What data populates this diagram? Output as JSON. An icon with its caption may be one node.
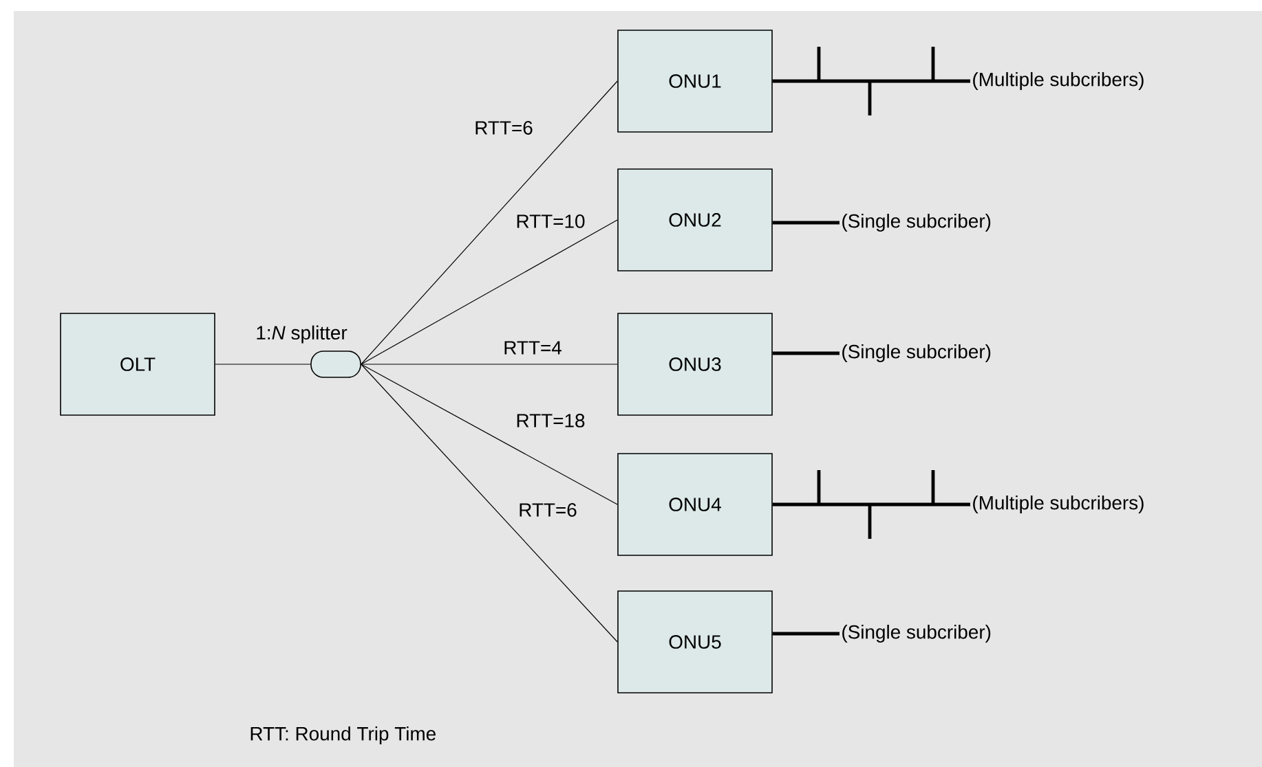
{
  "diagram": {
    "nodes": [
      {
        "text": [
          "OLT"
        ]
      },
      {
        "text": [
          "1:*N* splitter"
        ]
      },
      {
        "text": [
          "ONU1"
        ]
      },
      {
        "text": [
          "ONU2"
        ]
      },
      {
        "text": [
          "ONU3"
        ]
      },
      {
        "text": [
          "ONU4"
        ]
      },
      {
        "text": [
          "ONU5"
        ]
      },
      {
        "text": [
          "(Multiple subcribers)"
        ]
      },
      {
        "text": [
          "(Single subcriber)"
        ]
      },
      {
        "text": [
          "(Single subcriber)"
        ]
      },
      {
        "text": [
          "(Multiple subcribers)"
        ]
      },
      {
        "text": [
          "(Single subcriber)"
        ]
      }
    ],
    "edges": [
      {
        "from": 0,
        "to": 1,
        "arrow": "none"
      },
      {
        "from": 1,
        "to": 2,
        "arrow": "none",
        "label": "RTT=6"
      },
      {
        "from": 1,
        "to": 3,
        "arrow": "none",
        "label": "RTT=10"
      },
      {
        "from": 1,
        "to": 4,
        "arrow": "none",
        "label": "RTT=4"
      },
      {
        "from": 1,
        "to": 5,
        "arrow": "none",
        "label": "RTT=18"
      },
      {
        "from": 1,
        "to": 6,
        "arrow": "none",
        "label": "RTT=6"
      },
      {
        "from": 2,
        "to": 7,
        "arrow": "none",
        "style": "thick"
      },
      {
        "from": 3,
        "to": 8,
        "arrow": "none",
        "style": "thick"
      },
      {
        "from": 4,
        "to": 9,
        "arrow": "none",
        "style": "thick"
      },
      {
        "from": 5,
        "to": 10,
        "arrow": "none",
        "style": "thick"
      },
      {
        "from": 6,
        "to": 11,
        "arrow": "none",
        "style": "thick"
      }
    ],
    "labels": [
      "RTT: Round Trip Time"
    ]
  }
}
